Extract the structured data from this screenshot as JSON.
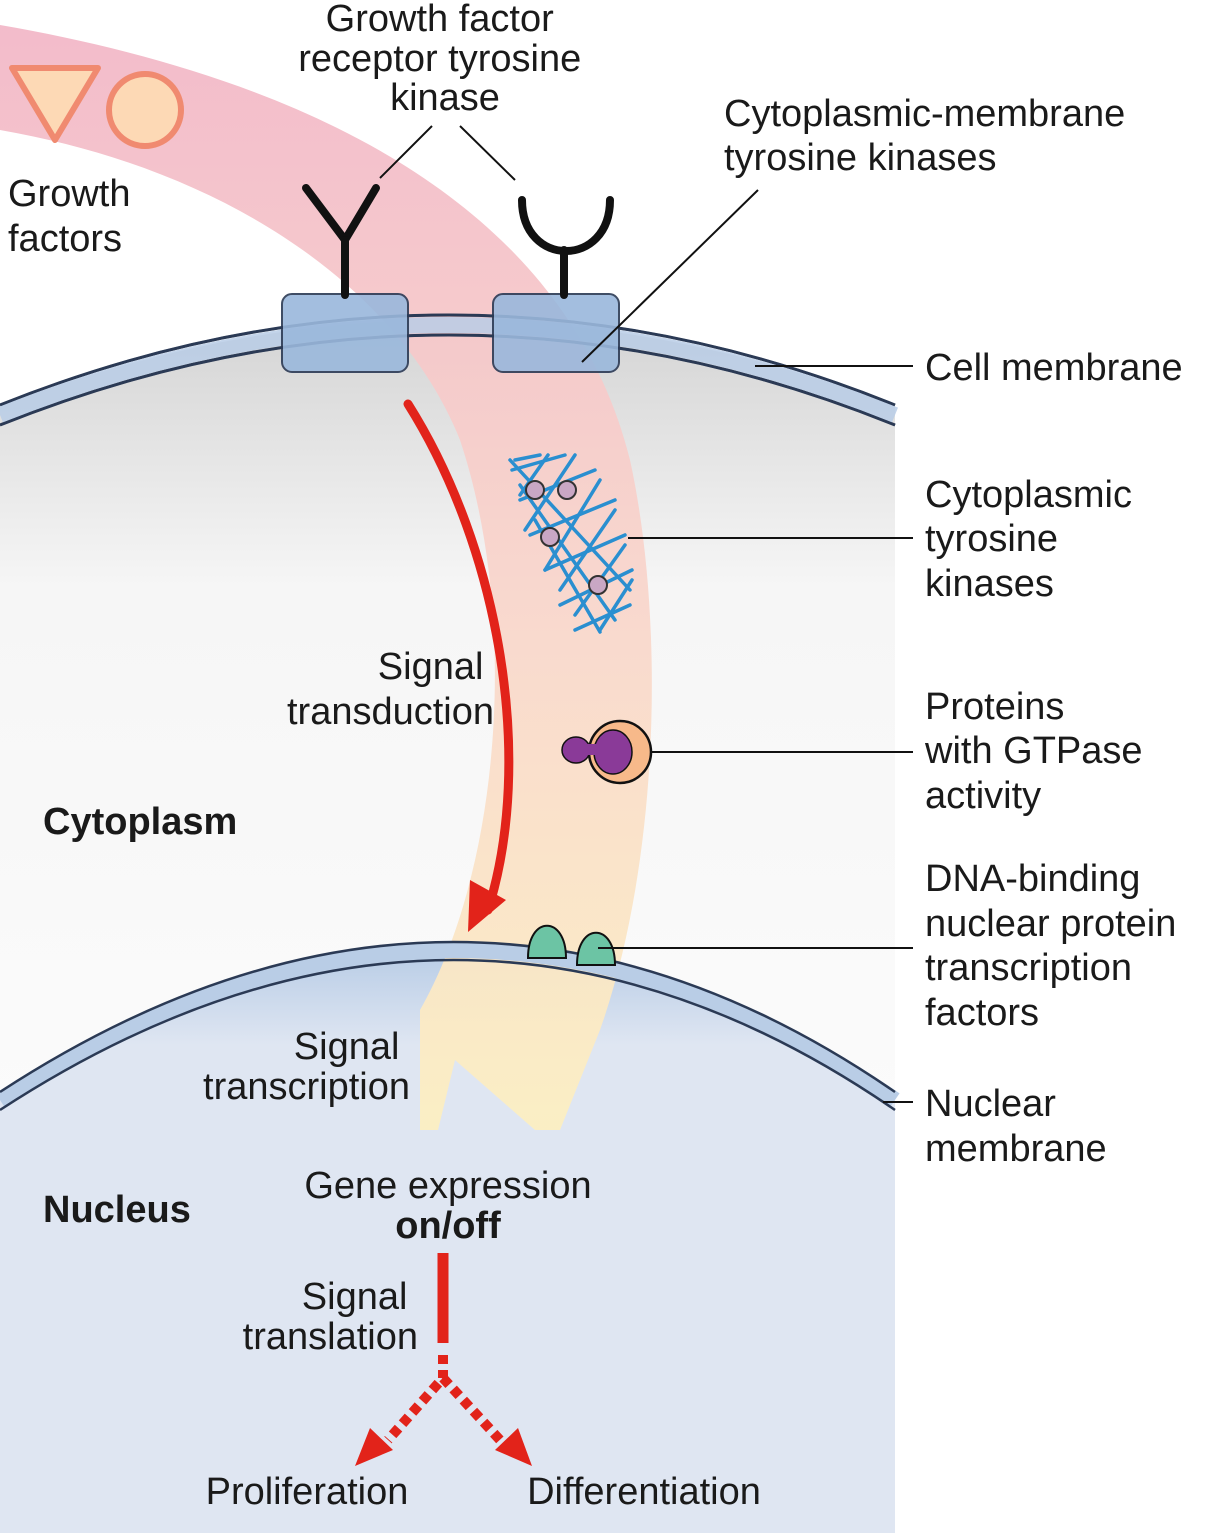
{
  "labels": {
    "growth_factor_receptor": [
      "Growth factor",
      "receptor tyrosine",
      "kinase"
    ],
    "growth_factors": [
      "Growth",
      "factors"
    ],
    "cytoplasmic_membrane_tk": [
      "Cytoplasmic-membrane",
      "tyrosine kinases"
    ],
    "cell_membrane": "Cell membrane",
    "cytoplasmic_tk": [
      "Cytoplasmic",
      "tyrosine",
      "kinases"
    ],
    "signal_transduction": [
      "Signal",
      "transduction"
    ],
    "gtpase_proteins": [
      "Proteins",
      "with GTPase",
      "activity"
    ],
    "cytoplasm": "Cytoplasm",
    "dna_binding": [
      "DNA-binding",
      "nuclear protein",
      "transcription",
      "factors"
    ],
    "signal_transcription": [
      "Signal",
      "transcription"
    ],
    "nuclear_membrane": [
      "Nuclear",
      "membrane"
    ],
    "nucleus": "Nucleus",
    "gene_expression": "Gene expression",
    "on_off": "on/off",
    "signal_translation": [
      "Signal",
      "translation"
    ],
    "proliferation": "Proliferation",
    "differentiation": "Differentiation"
  },
  "colors": {
    "signal_pathway_top": "#f2b8c8",
    "signal_pathway_bottom": "#fbeec4",
    "membrane": "#b9cde6",
    "membrane_stroke": "#2b3a55",
    "kinase_box": "#9ab8dc",
    "nucleus_fill": "#dfe6f2",
    "red_arrow": "#e2231a",
    "growth_factor_shape": "#f08a70",
    "growth_factor_fill": "#fdd9b5",
    "lattice": "#2a8fd0",
    "gtpase_purple": "#8a3a98",
    "gtpase_orange": "#f7b98a",
    "transcription_factor": "#6cc4a4"
  }
}
